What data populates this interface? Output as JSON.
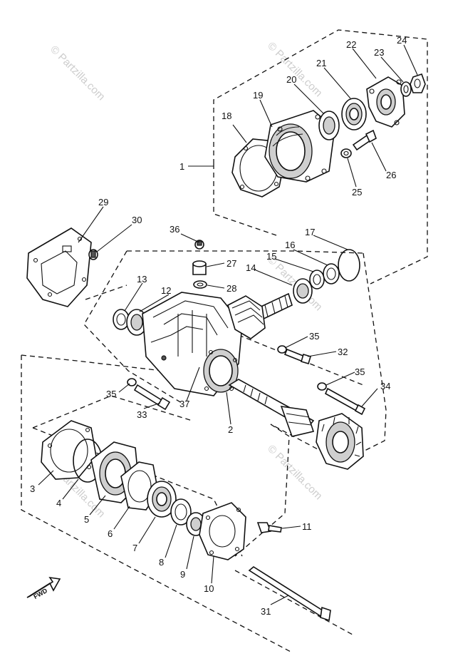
{
  "watermark": "© Partzilla.com",
  "fwd_label": "FWD",
  "callouts": {
    "c1": "1",
    "c2": "2",
    "c3": "3",
    "c4": "4",
    "c5": "5",
    "c6": "6",
    "c7": "7",
    "c8": "8",
    "c9": "9",
    "c10": "10",
    "c11": "11",
    "c12": "12",
    "c13": "13",
    "c14": "14",
    "c15": "15",
    "c16": "16",
    "c17": "17",
    "c18": "18",
    "c19": "19",
    "c20": "20",
    "c21": "21",
    "c22": "22",
    "c23": "23",
    "c24": "24",
    "c25": "25",
    "c26": "26",
    "c27": "27",
    "c28": "28",
    "c29": "29",
    "c30": "30",
    "c31": "31",
    "c32": "32",
    "c33": "33",
    "c34": "34",
    "c35a": "35",
    "c35b": "35",
    "c35c": "35",
    "c36": "36",
    "c37": "37"
  }
}
